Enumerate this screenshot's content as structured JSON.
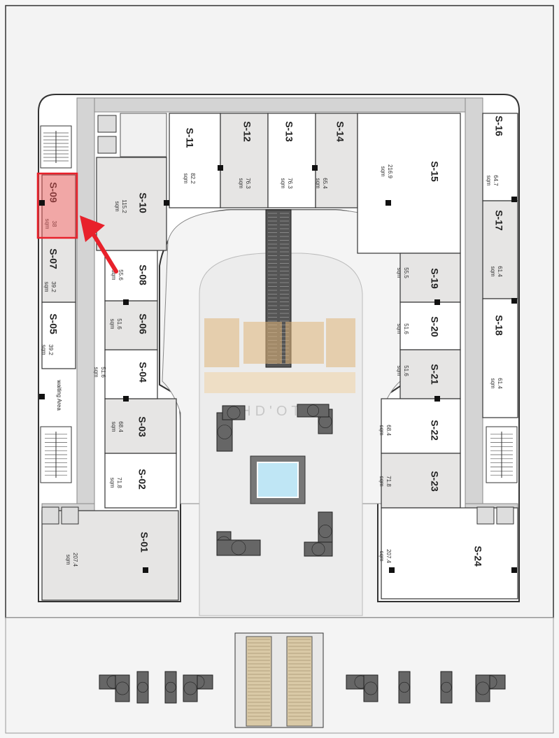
{
  "plan": {
    "waiting_area_label": "waiting Area",
    "watermark": "HD'OTO",
    "highlight": {
      "unit": "S-09",
      "color": "#e8212b"
    },
    "colors": {
      "corridor": "#d4d4d4",
      "unit_grey": "#e6e5e4",
      "unit_white": "#ffffff",
      "wall": "#333333"
    },
    "units": [
      {
        "id": "S-01",
        "area": "207.4",
        "unit": "sqm"
      },
      {
        "id": "S-02",
        "area": "71.8",
        "unit": "sqm"
      },
      {
        "id": "S-03",
        "area": "68.4",
        "unit": "sqm"
      },
      {
        "id": "S-04",
        "area": "51.6",
        "unit": "sqm"
      },
      {
        "id": "S-05",
        "area": "39.2",
        "unit": "sqm"
      },
      {
        "id": "S-06",
        "area": "51.6",
        "unit": "sqm"
      },
      {
        "id": "S-07",
        "area": "39.2",
        "unit": "sqm"
      },
      {
        "id": "S-08",
        "area": "55.6",
        "unit": "sqm"
      },
      {
        "id": "S-09",
        "area": "38",
        "unit": "sqm"
      },
      {
        "id": "S-10",
        "area": "115.2",
        "unit": "sqm"
      },
      {
        "id": "S-11",
        "area": "82.2",
        "unit": "sqm"
      },
      {
        "id": "S-12",
        "area": "76.3",
        "unit": "sqm"
      },
      {
        "id": "S-13",
        "area": "76.3",
        "unit": "sqm"
      },
      {
        "id": "S-14",
        "area": "65.4",
        "unit": "sqm"
      },
      {
        "id": "S-15",
        "area": "216.9",
        "unit": "sqm"
      },
      {
        "id": "S-16",
        "area": "64.7",
        "unit": "sqm"
      },
      {
        "id": "S-17",
        "area": "61.4",
        "unit": "sqm"
      },
      {
        "id": "S-18",
        "area": "61.4",
        "unit": "sqm"
      },
      {
        "id": "S-19",
        "area": "55.5",
        "unit": "sqm"
      },
      {
        "id": "S-20",
        "area": "51.6",
        "unit": "sqm"
      },
      {
        "id": "S-21",
        "area": "51.6",
        "unit": "sqm"
      },
      {
        "id": "S-22",
        "area": "68.4",
        "unit": "sqm"
      },
      {
        "id": "S-23",
        "area": "71.8",
        "unit": "sqm"
      },
      {
        "id": "S-24",
        "area": "207.4",
        "unit": "sqm"
      }
    ]
  }
}
